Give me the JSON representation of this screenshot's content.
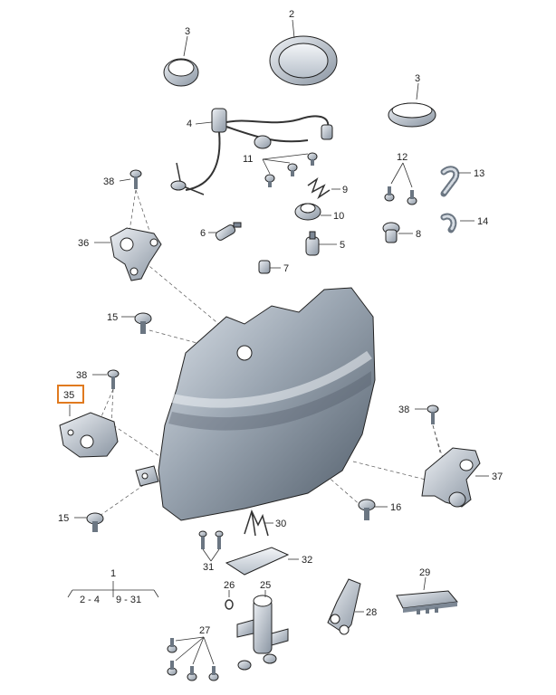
{
  "callouts": {
    "c2": "2",
    "c3a": "3",
    "c3b": "3",
    "c4": "4",
    "c5": "5",
    "c6": "6",
    "c7": "7",
    "c8": "8",
    "c9": "9",
    "c10": "10",
    "c11": "11",
    "c12": "12",
    "c13": "13",
    "c14": "14",
    "c15a": "15",
    "c15b": "15",
    "c16": "16",
    "c25": "25",
    "c26": "26",
    "c27": "27",
    "c28": "28",
    "c29": "29",
    "c30": "30",
    "c31": "31",
    "c32": "32",
    "c35": "35",
    "c36": "36",
    "c37": "37",
    "c38a": "38",
    "c38b": "38",
    "c38c": "38"
  },
  "legend": {
    "group_number": "1",
    "range_left": "2 - 4",
    "range_right": "9 - 31"
  },
  "highlight": {
    "color": "#e07a1f",
    "part": "35"
  },
  "colors": {
    "housing_dark": "#5e6a78",
    "housing_light": "#dfe5ec",
    "part_fill": "#c9d1da",
    "part_dark": "#7d8895"
  }
}
